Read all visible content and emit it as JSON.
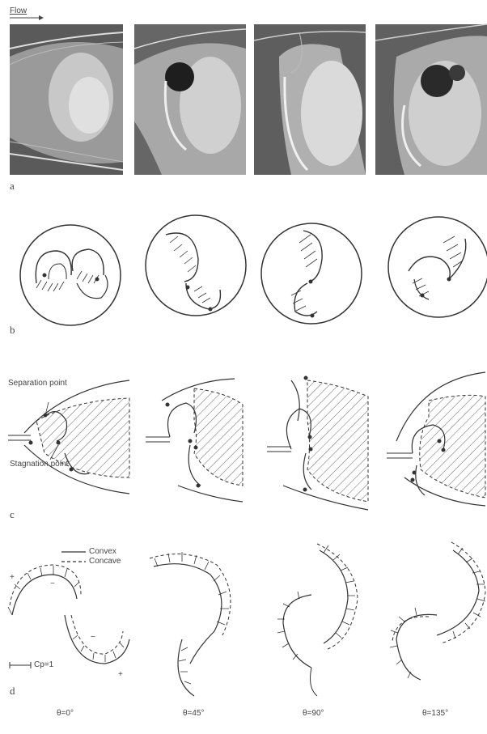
{
  "flow_label": "Flow",
  "row_labels": {
    "a": "a",
    "b": "b",
    "c": "c",
    "d": "d"
  },
  "annotations": {
    "separation_point": "Separation point",
    "stagnation_point": "Stagnation point"
  },
  "legend": {
    "convex": "Convex",
    "concave": "Concave",
    "scale": "Cp=1"
  },
  "signs": {
    "plus_left": "+",
    "minus_left": "−",
    "minus_right": "−",
    "plus_right": "+"
  },
  "angles": [
    "θ=0°",
    "θ=45°",
    "θ=90°",
    "θ=135°"
  ]
}
